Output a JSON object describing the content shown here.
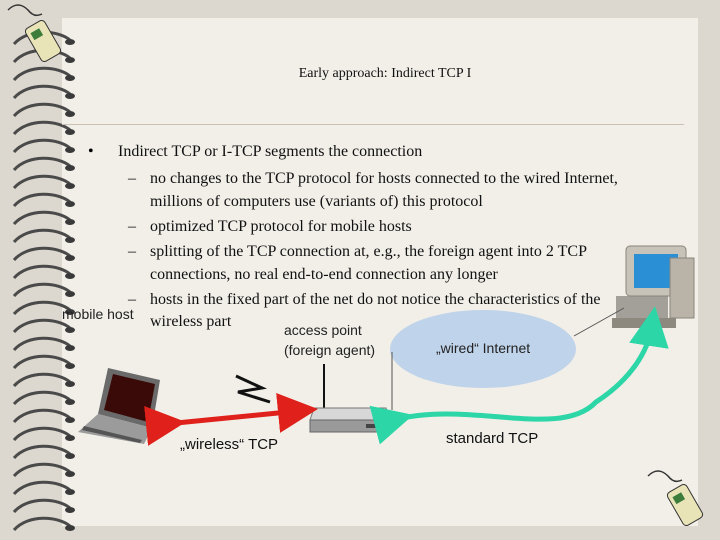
{
  "title": "Early approach: Indirect TCP I",
  "bullet_symbol": "•",
  "bullet": "Indirect TCP or I-TCP segments the connection",
  "dash_symbol": "–",
  "sub1_line1": "no changes to the TCP protocol for hosts connected to the wired Internet,",
  "sub1_line2": "millions of computers use (variants of) this protocol",
  "sub2": "optimized TCP protocol for mobile hosts",
  "sub3_line1": "splitting of the TCP connection at, e.g., the foreign agent into 2 TCP",
  "sub3_line2": "connections, no real end-to-end connection any longer",
  "sub4_line1": "hosts in the fixed part of the net do not notice the characteristics of the",
  "sub4_line2": "wireless part",
  "diagram": {
    "mobile_host": "mobile host",
    "access_point_1": "access point",
    "access_point_2": "(foreign agent)",
    "wired_internet": "„wired“ Internet",
    "wireless_tcp": "„wireless“ TCP",
    "standard_tcp": "standard TCP"
  },
  "colors": {
    "wireless_arrow": "#e0201a",
    "standard_arrow": "#2cd6a6",
    "cloud": "#bfd3ea"
  }
}
